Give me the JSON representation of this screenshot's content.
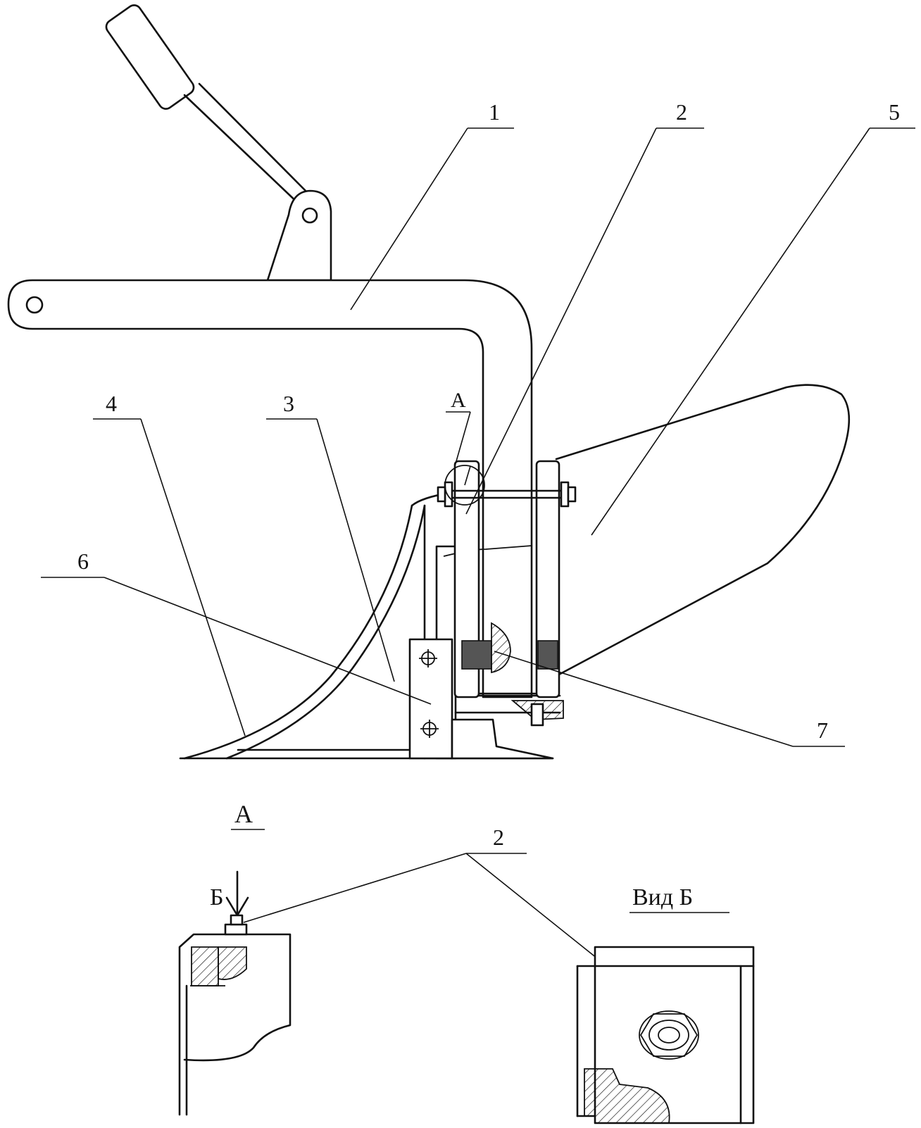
{
  "callouts": {
    "c1": "1",
    "c2": "2",
    "c3": "3",
    "c4": "4",
    "c5": "5",
    "c6": "6",
    "c7": "7",
    "c2_detail": "2"
  },
  "section_marker": "А",
  "detail_title": "А",
  "view_arrow_label": "Б",
  "view_title": "Вид Б"
}
